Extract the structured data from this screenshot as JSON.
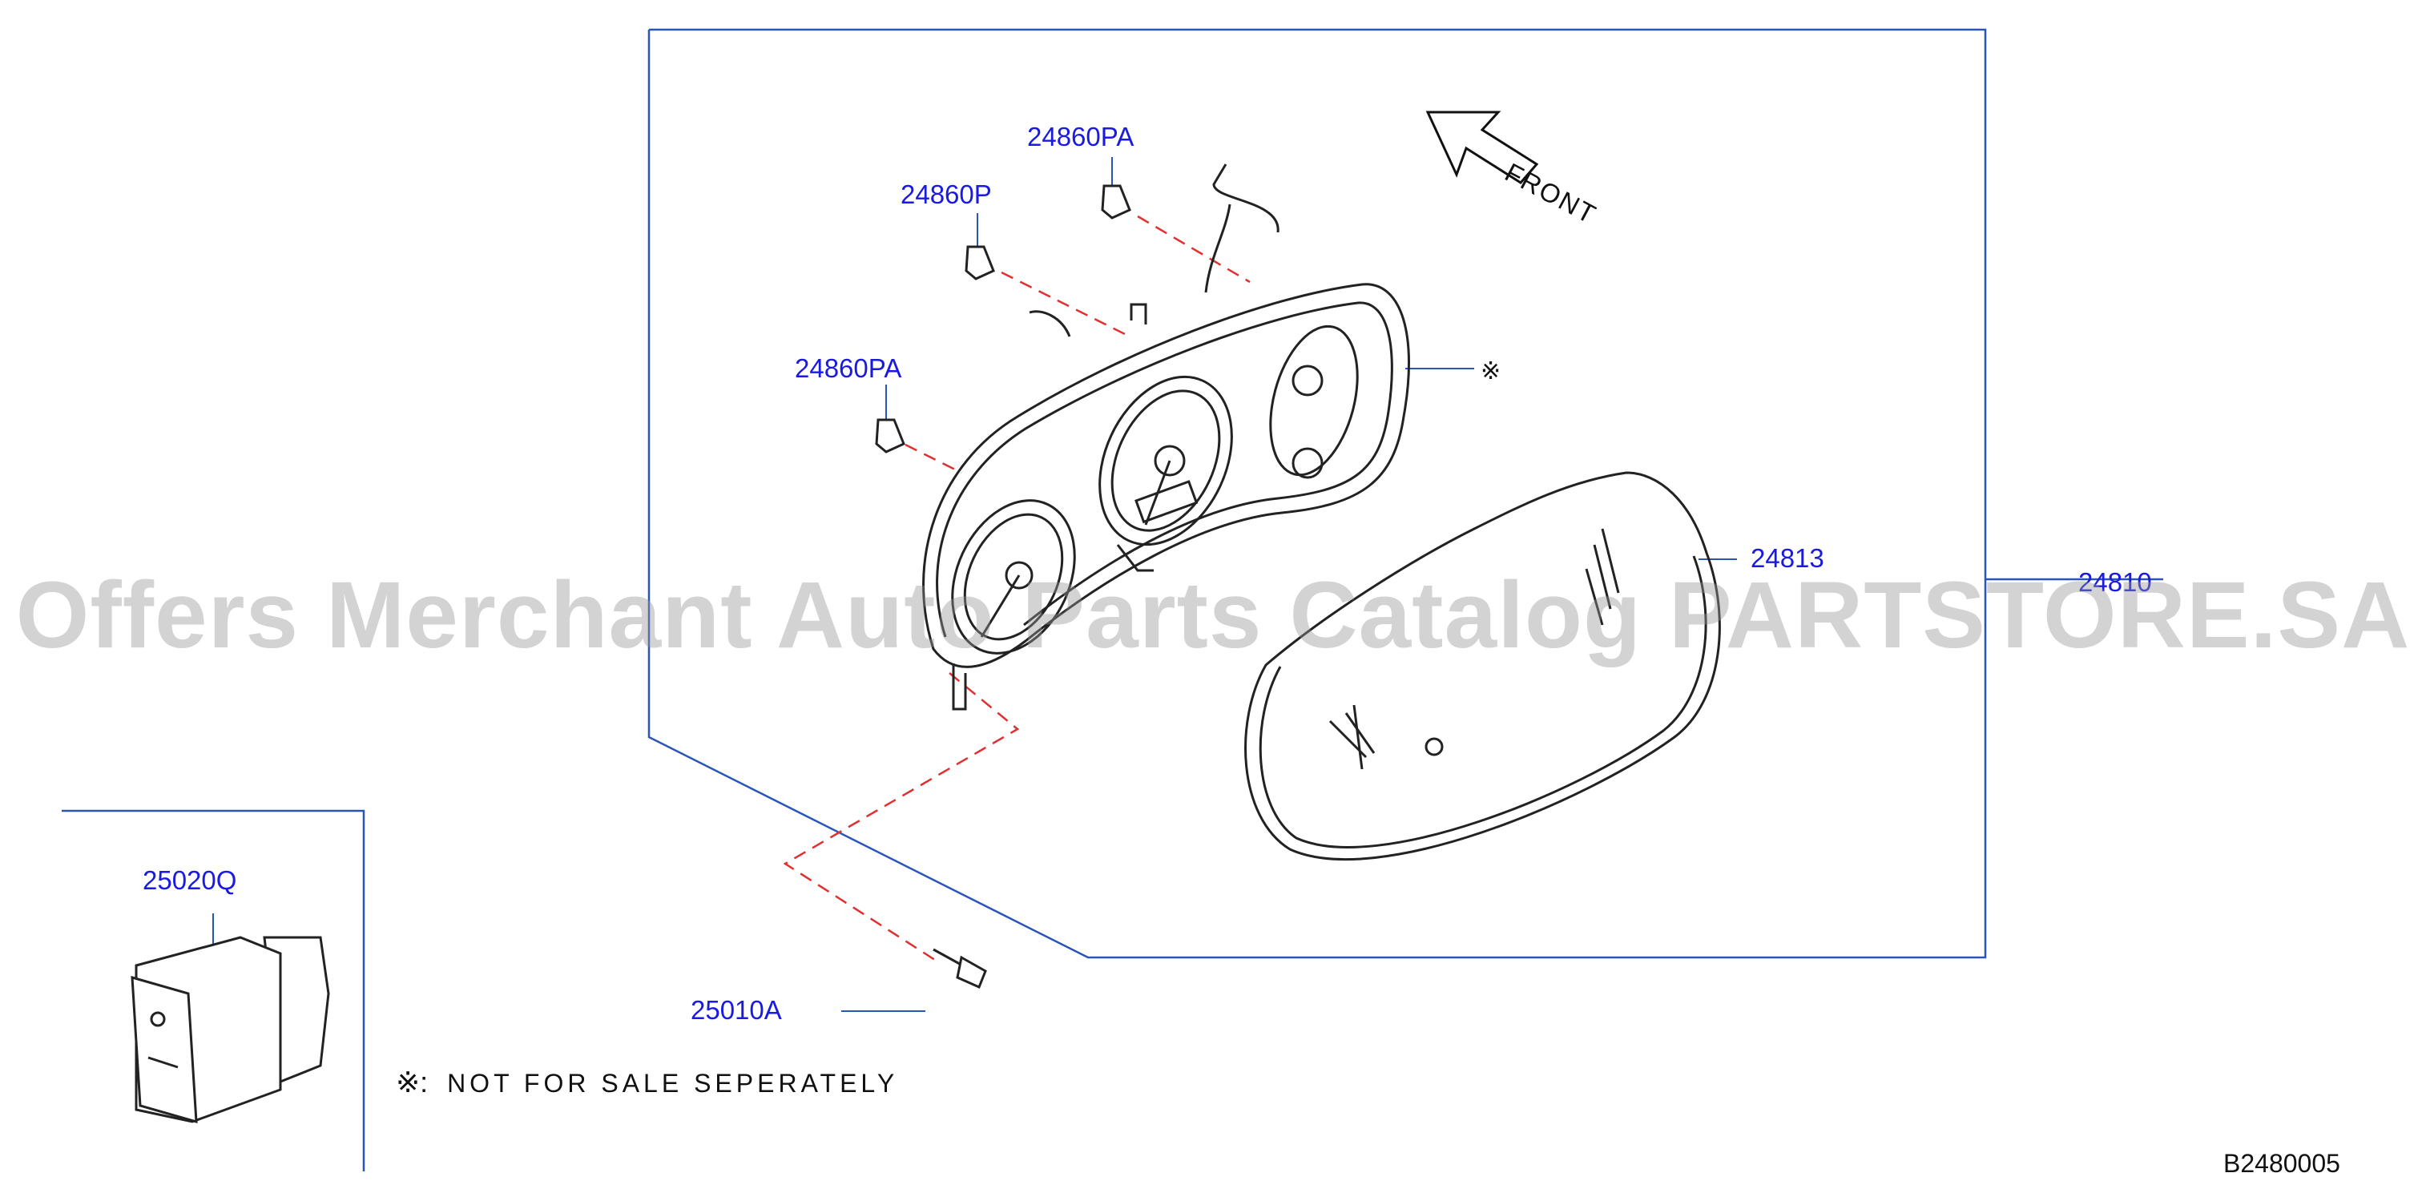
{
  "labels": {
    "p24860PA_top": "24860PA",
    "p24860P": "24860P",
    "p24860PA_left": "24860PA",
    "p24813": "24813",
    "p24810": "24810",
    "p25020Q": "25020Q",
    "p25010A": "25010A"
  },
  "front": "FRONT",
  "asterisk": "※",
  "note": {
    "symbol": "※:",
    "text": "NOT FOR SALE SEPERATELY"
  },
  "diagram_code": "B2480005",
  "watermark": "Offers Merchant Auto Parts Catalog PARTSTORE.SA",
  "colors": {
    "label": "#1a1ae0",
    "leader": "#2a55b8",
    "dash": "#e03030",
    "line": "#222222"
  }
}
